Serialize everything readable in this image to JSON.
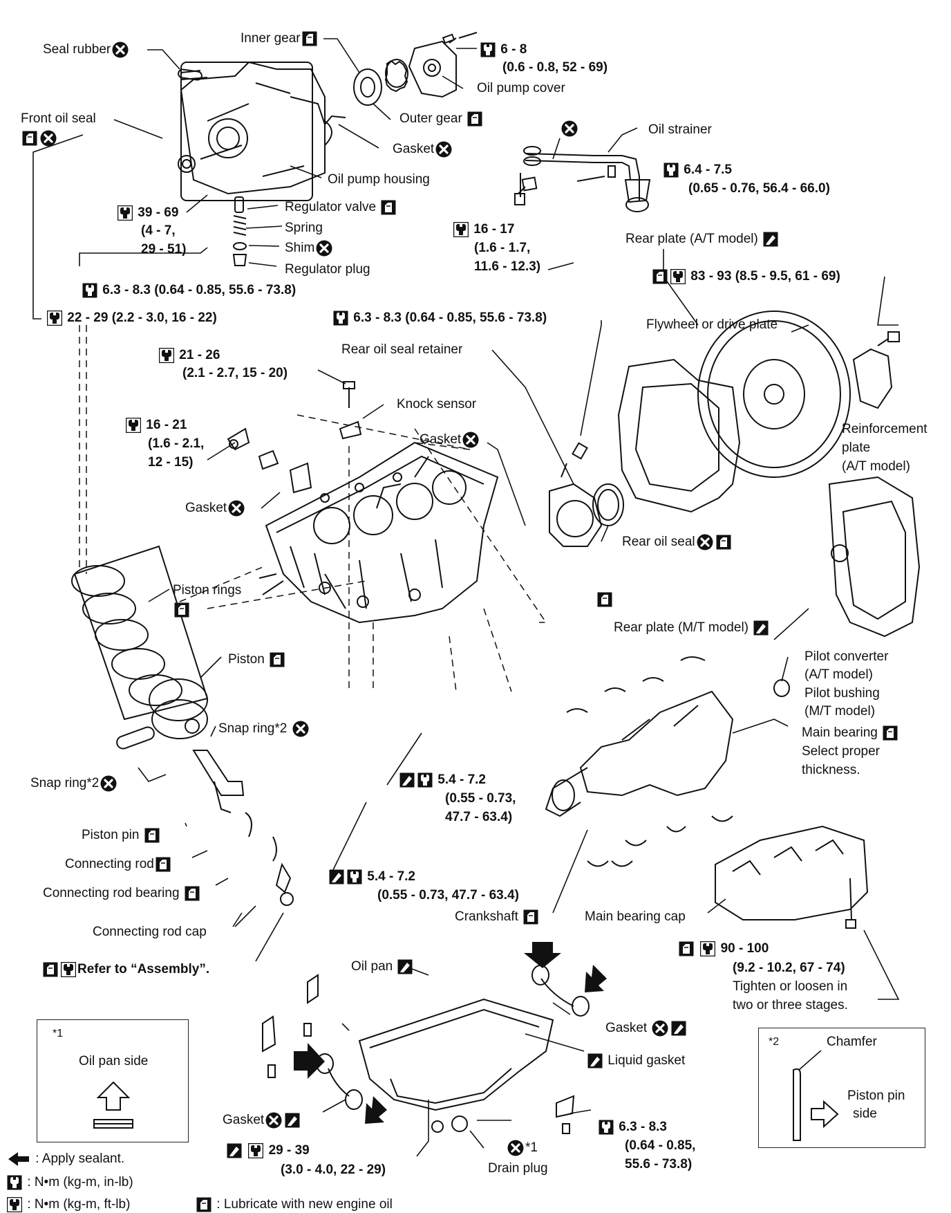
{
  "labels": {
    "seal_rubber": "Seal rubber",
    "inner_gear": "Inner gear",
    "torque_6_8": "6 - 8",
    "torque_6_8_sub": "(0.6 - 0.8, 52 - 69)",
    "oil_pump_cover": "Oil pump cover",
    "front_oil_seal": "Front oil seal",
    "outer_gear": "Outer gear",
    "gasket": "Gasket",
    "oil_strainer": "Oil strainer",
    "oil_pump_housing": "Oil pump housing",
    "torque_64_75": "6.4 - 7.5",
    "torque_64_75_sub": "(0.65 - 0.76, 56.4 - 66.0)",
    "regulator_valve": "Regulator valve",
    "torque_39_69": "39 - 69",
    "torque_39_69_b": "(4 - 7,",
    "torque_39_69_c": "29 - 51)",
    "spring": "Spring",
    "shim": "Shim",
    "regulator_plug": "Regulator plug",
    "torque_16_17": "16 - 17",
    "torque_16_17_b": "(1.6 - 1.7,",
    "torque_16_17_c": "11.6 - 12.3)",
    "rear_plate_at": "Rear plate (A/T model)",
    "torque_63_83_a": "6.3 - 8.3 (0.64 - 0.85, 55.6 - 73.8)",
    "torque_83_93": "83 - 93 (8.5 - 9.5, 61 - 69)",
    "torque_22_29": "22 - 29 (2.2 - 3.0, 16 - 22)",
    "torque_63_83_b": "6.3 - 8.3 (0.64 - 0.85, 55.6 - 73.8)",
    "flywheel": "Flywheel or drive plate",
    "rear_oil_seal_retainer": "Rear oil seal retainer",
    "torque_21_26": "21 - 26",
    "torque_21_26_sub": "(2.1 - 2.7, 15 - 20)",
    "knock_sensor": "Knock sensor",
    "reinforcement_plate_1": "Reinforcement",
    "reinforcement_plate_2": "plate",
    "reinforcement_plate_3": "(A/T model)",
    "torque_16_21": "16 - 21",
    "torque_16_21_b": "(1.6 - 2.1,",
    "torque_16_21_c": "12 - 15)",
    "rear_oil_seal": "Rear oil seal",
    "piston_rings": "Piston rings",
    "rear_plate_mt": "Rear plate (M/T model)",
    "piston": "Piston",
    "pilot_converter_1": "Pilot converter",
    "pilot_converter_2": "(A/T model)",
    "pilot_converter_3": "Pilot bushing",
    "pilot_converter_4": "(M/T model)",
    "snap_ring": "Snap ring*2",
    "main_bearing": "Main bearing",
    "main_bearing_2": "Select proper",
    "main_bearing_3": "thickness.",
    "torque_54_72": "5.4 - 7.2",
    "torque_54_72_b": "(0.55 - 0.73,",
    "torque_54_72_c": "47.7 - 63.4)",
    "piston_pin": "Piston pin",
    "connecting_rod": "Connecting rod",
    "torque_54_72_2": "5.4 - 7.2",
    "torque_54_72_2_sub": "(0.55 - 0.73, 47.7 - 63.4)",
    "connecting_rod_bearing": "Connecting rod bearing",
    "crankshaft": "Crankshaft",
    "main_bearing_cap": "Main bearing cap",
    "connecting_rod_cap": "Connecting rod cap",
    "torque_90_100": "90 - 100",
    "torque_90_100_b": "(9.2 - 10.2, 67 - 74)",
    "torque_90_100_c": "Tighten or loosen in",
    "torque_90_100_d": "two or three stages.",
    "refer_assembly": "Refer to “Assembly”.",
    "oil_pan": "Oil pan",
    "liquid_gasket": "Liquid gasket",
    "torque_63_83_c": "6.3 - 8.3",
    "torque_63_83_c_b": "(0.64 - 0.85,",
    "torque_63_83_c_c": "55.6 - 73.8)",
    "torque_29_39": "29 - 39",
    "torque_29_39_sub": "(3.0 - 4.0, 22 - 29)",
    "star1": "*1",
    "drain_plug": "Drain plug",
    "chamfer": "Chamfer",
    "star2": "*2",
    "piston_pin_side_1": "Piston pin",
    "piston_pin_side_2": "side"
  },
  "inset1": {
    "ref": "*1",
    "caption": "Oil pan side"
  },
  "legend": {
    "sealant": ": Apply sealant.",
    "nm_inlb": ": N•m (kg-m, in-lb)",
    "nm_ftlb": ": N•m (kg-m, ft-lb)",
    "lube": ": Lubricate with new engine oil"
  }
}
